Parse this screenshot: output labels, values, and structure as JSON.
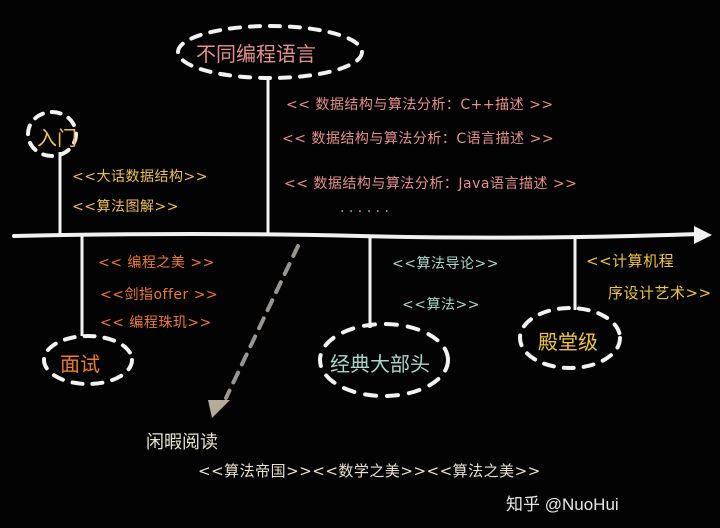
{
  "diagram": {
    "type": "timeline",
    "background": "#030303",
    "colors": {
      "timeline": "#f2f2f2",
      "languages": "#e8908c",
      "intro": "#f0c050",
      "interview": "#f07a2a",
      "classics": "#a8d8cc",
      "hall_of_fame": "#f2c63a",
      "leisure": "#ece2cf"
    },
    "stages": {
      "languages": {
        "label": "不同编程语言",
        "books": [
          "<< 数据结构与算法分析：C++描述 >>",
          "<< 数据结构与算法分析：C语言描述 >>",
          "<< 数据结构与算法分析：Java语言描述 >>"
        ],
        "ellipsis": "· · ·   · · ·"
      },
      "intro": {
        "label": "入门",
        "books": [
          "<<大话数据结构>>",
          "<<算法图解>>"
        ]
      },
      "interview": {
        "label": "面试",
        "books": [
          "<< 编程之美 >>",
          "<<剑指offer >>",
          "<< 编程珠玑>>"
        ]
      },
      "classics": {
        "label": "经典大部头",
        "books": [
          "<<算法导论>>",
          "<<算法>>"
        ]
      },
      "hall_of_fame": {
        "label": "殿堂级",
        "books": [
          "<<计算机程",
          "序设计艺术>>"
        ]
      },
      "leisure": {
        "label": "闲暇阅读",
        "books": "<<算法帝国>><<数学之美>><<算法之美>>"
      }
    },
    "watermark": "知乎 @NuoHui"
  }
}
